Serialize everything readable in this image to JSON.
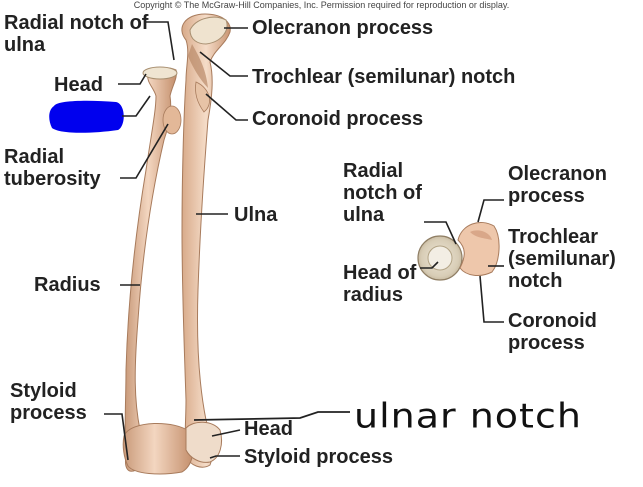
{
  "copyright": "Copyright © The McGraw-Hill Companies, Inc. Permission required for reproduction or display.",
  "labels": {
    "radial_notch_main": "Radial notch of ulna",
    "head_main": "Head",
    "radial_tuberosity": "Radial tuberosity",
    "radius": "Radius",
    "styloid_left": "Styloid process",
    "olecranon_main": "Olecranon process",
    "trochlear_main": "Trochlear (semilunar) notch",
    "coronoid_main": "Coronoid process",
    "ulna": "Ulna",
    "head_bottom": "Head",
    "styloid_bottom": "Styloid process",
    "inset_radial_notch": "Radial notch of ulna",
    "inset_head_of_radius": "Head of radius",
    "inset_olecranon": "Olecranon process",
    "inset_trochlear": "Trochlear (semilunar) notch",
    "inset_coronoid": "Coronoid process"
  },
  "annotation": {
    "handwritten": "ulnar notch"
  },
  "colors": {
    "bone_fill": "#e8bfa0",
    "bone_shadow": "#c99a7a",
    "bone_highlight": "#f6dcc8",
    "redaction": "#0000ee",
    "leader": "#222222"
  }
}
